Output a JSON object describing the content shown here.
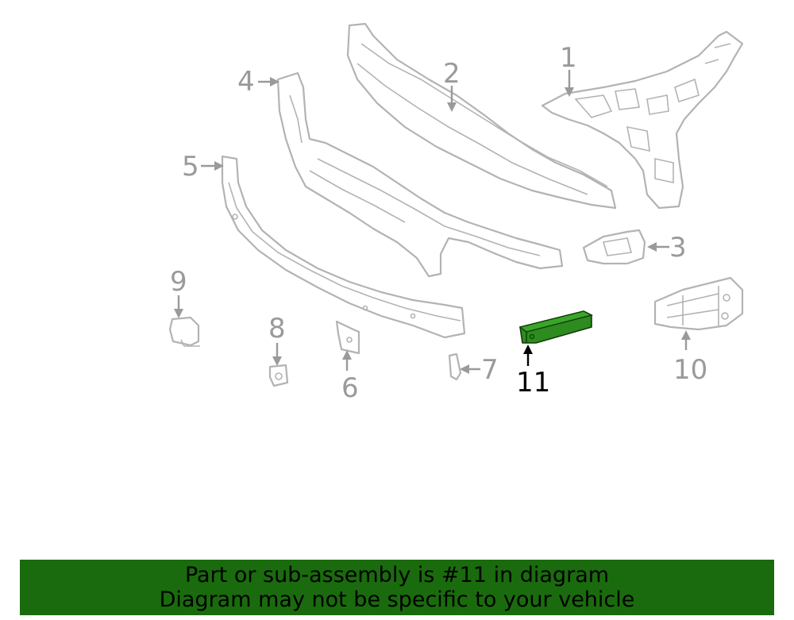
{
  "diagram": {
    "callouts": [
      "1",
      "2",
      "3",
      "4",
      "5",
      "6",
      "7",
      "8",
      "9",
      "10",
      "11"
    ],
    "highlighted_callout": "11",
    "colors": {
      "part_outline": "#b3b3b3",
      "highlight": "#2e8b1f",
      "banner": "#1a6b0d"
    }
  },
  "banner": {
    "line1": "Part or sub-assembly is #11 in diagram",
    "line2": "Diagram may not be specific to your vehicle"
  }
}
